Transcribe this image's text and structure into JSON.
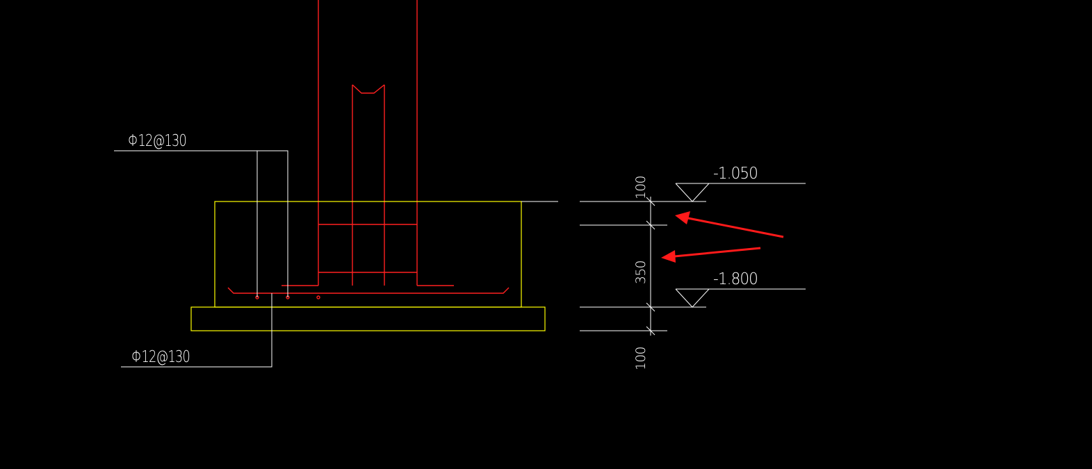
{
  "drawing": {
    "rebar_label_top": "Φ12@130",
    "rebar_label_bottom": "Φ12@130",
    "elevation_top": "-1.050",
    "elevation_bottom": "-1.800",
    "dim_upper": "100",
    "dim_middle": "350",
    "dim_lower": "100"
  },
  "colors": {
    "background": "#000000",
    "linework": "#ffffff",
    "outline": "#ffff00",
    "rebar": "#ff2020",
    "annotation_arrow": "#ff1a1a"
  }
}
